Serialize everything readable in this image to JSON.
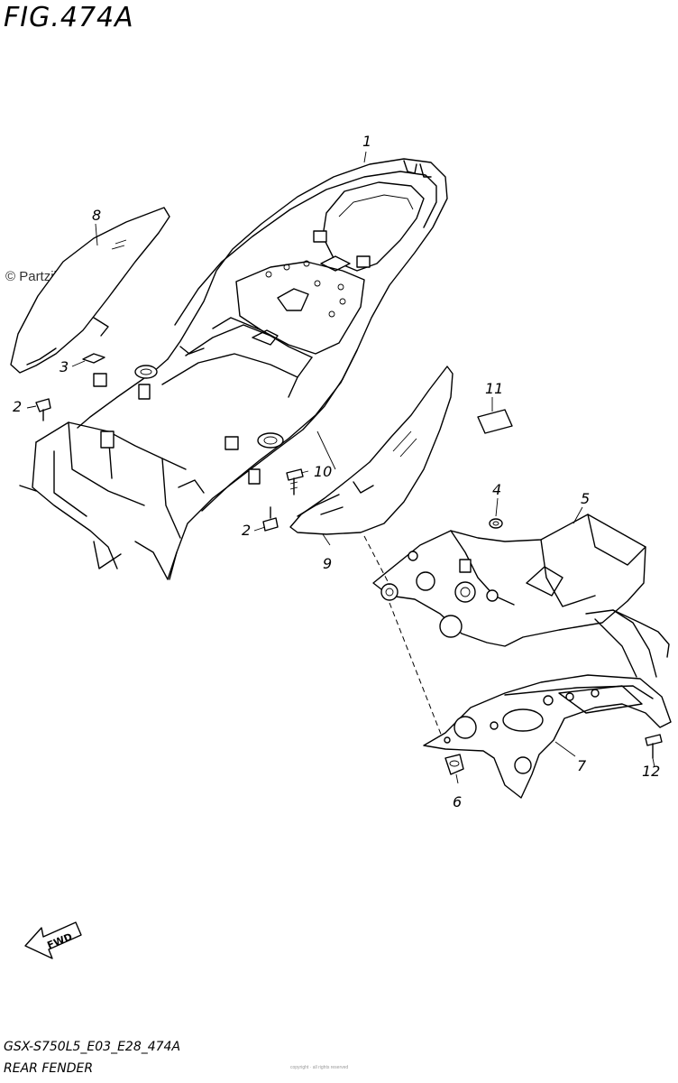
{
  "figure": {
    "title": "FIG.474A",
    "model_code": "GSX-S750L5_E03_E28_474A",
    "name": "REAR FENDER",
    "watermark": "© Partzilla.com",
    "fineprint": "copyright · all rights reserved"
  },
  "fwd_label": "FWD",
  "callouts": [
    {
      "id": "c1",
      "label": "1"
    },
    {
      "id": "c2a",
      "label": "2"
    },
    {
      "id": "c2b",
      "label": "2"
    },
    {
      "id": "c3",
      "label": "3"
    },
    {
      "id": "c4",
      "label": "4"
    },
    {
      "id": "c5",
      "label": "5"
    },
    {
      "id": "c6",
      "label": "6"
    },
    {
      "id": "c7",
      "label": "7"
    },
    {
      "id": "c8",
      "label": "8"
    },
    {
      "id": "c9",
      "label": "9"
    },
    {
      "id": "c10",
      "label": "10"
    },
    {
      "id": "c11",
      "label": "11"
    },
    {
      "id": "c12",
      "label": "12"
    }
  ]
}
